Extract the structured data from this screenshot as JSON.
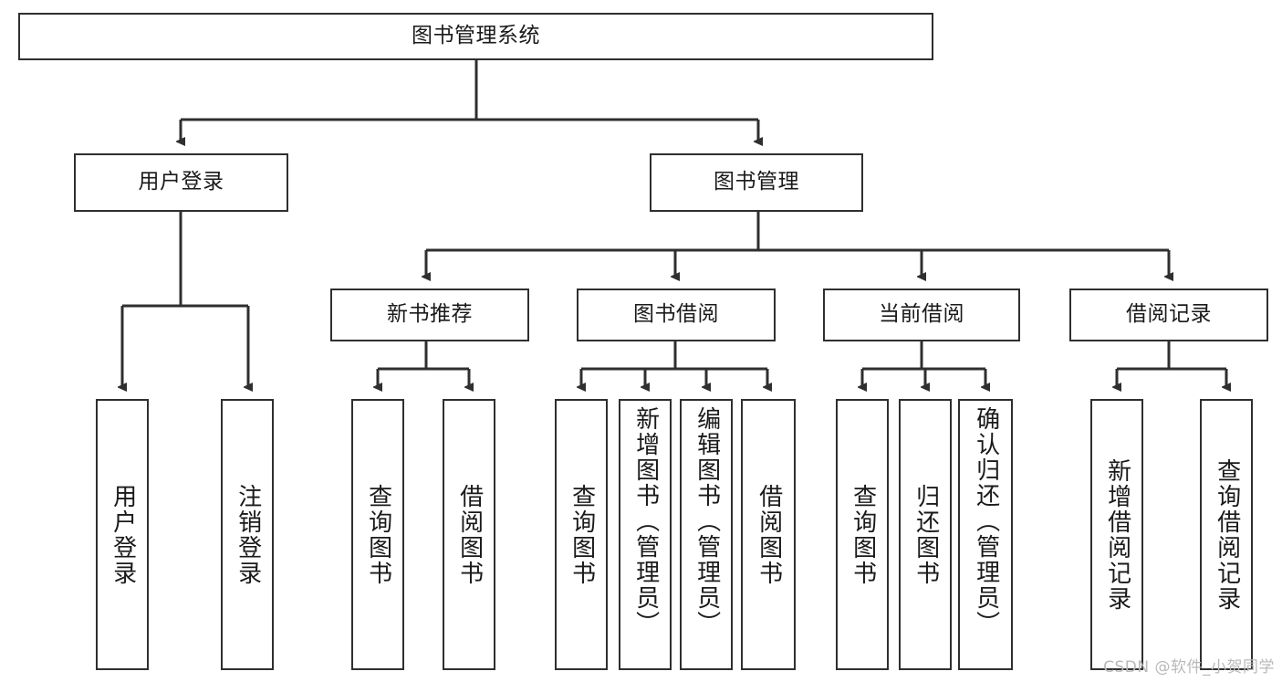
{
  "diagram": {
    "title": "图书管理系统",
    "type": "tree-hierarchy-diagram",
    "stroke_color": "#2f2f2f",
    "text_color": "#1a1a1a",
    "background_color": "#ffffff",
    "root": {
      "label": "图书管理系统"
    },
    "level2": [
      {
        "label": "用户登录"
      },
      {
        "label": "图书管理"
      }
    ],
    "level3": [
      {
        "label": "新书推荐"
      },
      {
        "label": "图书借阅"
      },
      {
        "label": "当前借阅"
      },
      {
        "label": "借阅记录"
      }
    ],
    "leaves": {
      "user_login": [
        {
          "label": "用户登录"
        },
        {
          "label": "注销登录"
        }
      ],
      "new_book_recommend": [
        {
          "label": "查询图书"
        },
        {
          "label": "借阅图书"
        }
      ],
      "book_borrow": [
        {
          "label": "查询图书"
        },
        {
          "label": "新增图书（管理员）"
        },
        {
          "label": "编辑图书（管理员）"
        },
        {
          "label": "借阅图书"
        }
      ],
      "current_borrow": [
        {
          "label": "查询图书"
        },
        {
          "label": "归还图书"
        },
        {
          "label": "确认归还（管理员）"
        }
      ],
      "borrow_records": [
        {
          "label": "新增借阅记录"
        },
        {
          "label": "查询借阅记录"
        }
      ]
    }
  },
  "watermark": {
    "text": "CSDN @软件_小贺同学"
  }
}
